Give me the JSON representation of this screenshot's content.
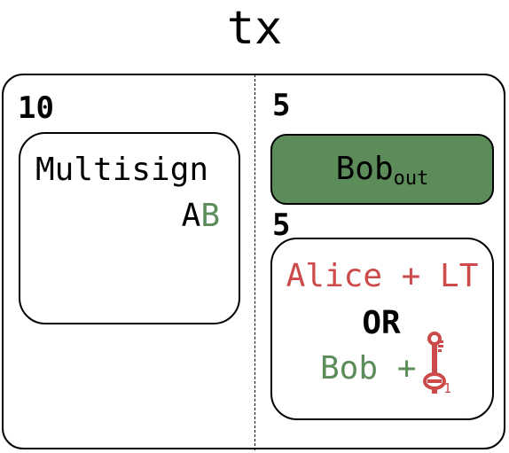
{
  "title": "tx",
  "inputs": {
    "amount": "10",
    "multisig": {
      "label": "Multisign",
      "key_a": "A",
      "key_b": "B"
    }
  },
  "outputs": [
    {
      "amount": "5",
      "name": "Bob",
      "subscript": "out"
    },
    {
      "amount": "5",
      "alice_condition": "Alice + LT",
      "or_label": "OR",
      "bob_condition": "Bob +",
      "key_icon": "key-icon",
      "key_subscript": "1"
    }
  ],
  "colors": {
    "alice_red": "#cc4a4a",
    "bob_green": "#5b8c5a"
  }
}
